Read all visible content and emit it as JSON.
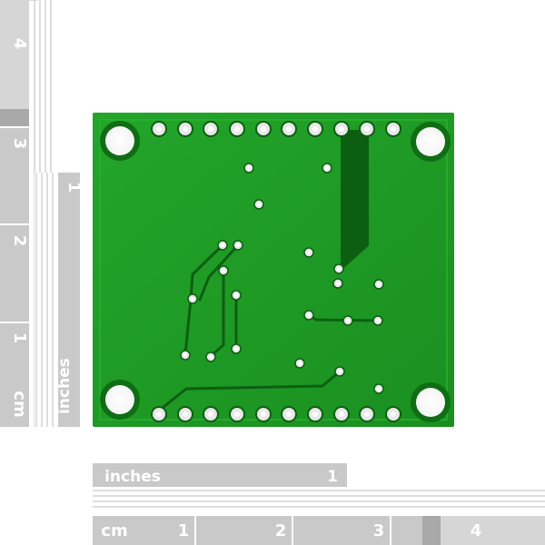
{
  "rulers": {
    "left_cm": {
      "label": "cm",
      "numbers": [
        "1",
        "2",
        "3",
        "4"
      ]
    },
    "left_inches": {
      "label": "inches",
      "numbers": [
        "1"
      ]
    },
    "bottom_inches": {
      "label": "inches",
      "numbers": [
        "1"
      ]
    },
    "bottom_cm": {
      "label": "cm",
      "numbers": [
        "1",
        "2",
        "3",
        "4"
      ]
    }
  },
  "colors": {
    "board": "#1e9a23",
    "board_dark": "#0f6e14",
    "trace": "#0c5f11",
    "ruler_gray": "#c9c9c9",
    "ruler_dark": "#a9a9a9",
    "pad": "#e8e8e8"
  }
}
